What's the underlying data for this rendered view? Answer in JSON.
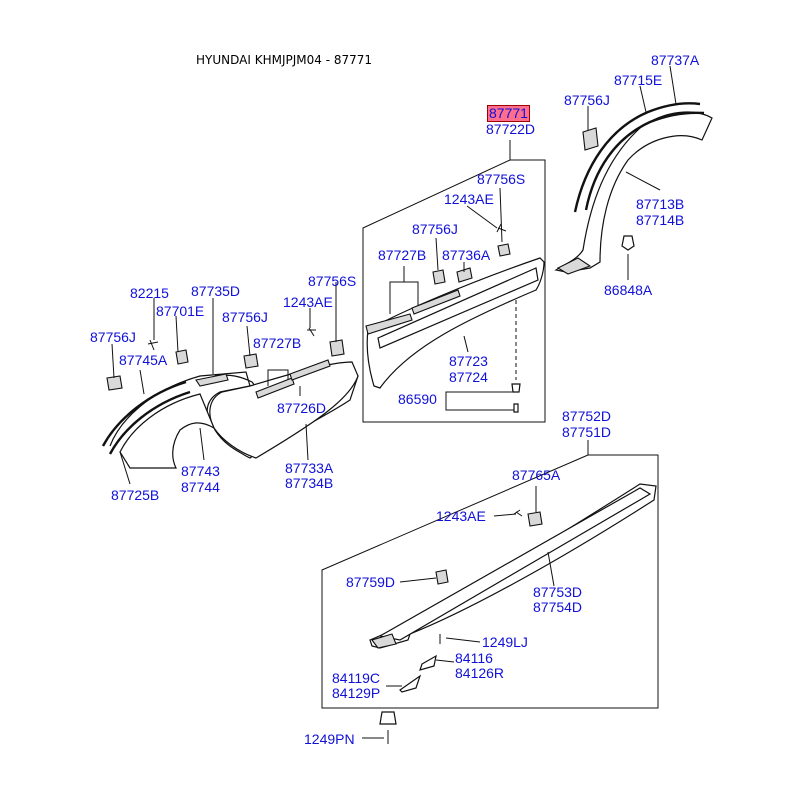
{
  "header": {
    "title": "HYUNDAI KHMJPJM04 - 87771"
  },
  "accent": {
    "highlight": "#ff6e8c",
    "label": "#1010d8"
  },
  "labels": {
    "p87737A": "87737A",
    "p87715E": "87715E",
    "p87756J_tr": "87756J",
    "p87771": "87771",
    "p87722D": "87722D",
    "p87756S_c": "87756S",
    "p1243AE_c": "1243AE",
    "p87756J_c": "87756J",
    "p87727B_c": "87727B",
    "p87736A": "87736A",
    "p87713B": "87713B",
    "p87714B": "87714B",
    "p86848A": "86848A",
    "p82215": "82215",
    "p87735D": "87735D",
    "p87756S_l": "87756S",
    "p1243AE_l": "1243AE",
    "p87701E": "87701E",
    "p87756J_l1": "87756J",
    "p87756J_l2": "87756J",
    "p87745A": "87745A",
    "p87727B_l": "87727B",
    "p87723": "87723",
    "p87724": "87724",
    "p86590": "86590",
    "p87726D": "87726D",
    "p87743": "87743",
    "p87744": "87744",
    "p87733A": "87733A",
    "p87734B": "87734B",
    "p87725B": "87725B",
    "p87752D": "87752D",
    "p87751D": "87751D",
    "p87765A": "87765A",
    "p1243AE_b": "1243AE",
    "p87759D": "87759D",
    "p87753D": "87753D",
    "p87754D": "87754D",
    "p1249LJ": "1249LJ",
    "p84116": "84116",
    "p84126R": "84126R",
    "p84119C": "84119C",
    "p84129P": "84129P",
    "p1249PN": "1249PN"
  }
}
